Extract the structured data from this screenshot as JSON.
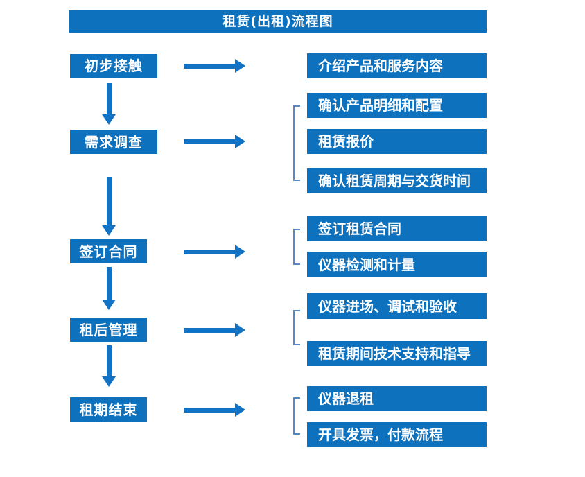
{
  "title": "租赁(出租)流程图",
  "colors": {
    "primary_blue": "#0E71BE",
    "arrow_blue": "#1272C4",
    "bracket_blue": "#5B87C5",
    "text": "#FFFFFF",
    "background": "#FFFFFF"
  },
  "stages": [
    "初步接触",
    "需求调查",
    "签订合同",
    "租后管理",
    "租期结束"
  ],
  "details": {
    "group1": [
      "介绍产品和服务内容"
    ],
    "group2": [
      "确认产品明细和配置",
      "租赁报价",
      "确认租赁周期与交货时间"
    ],
    "group3": [
      "签订租赁合同",
      "仪器检测和计量"
    ],
    "group4": [
      "仪器进场、调试和验收",
      "租赁期间技术支持和指导"
    ],
    "group5": [
      "仪器退租",
      "开具发票，付款流程"
    ]
  }
}
